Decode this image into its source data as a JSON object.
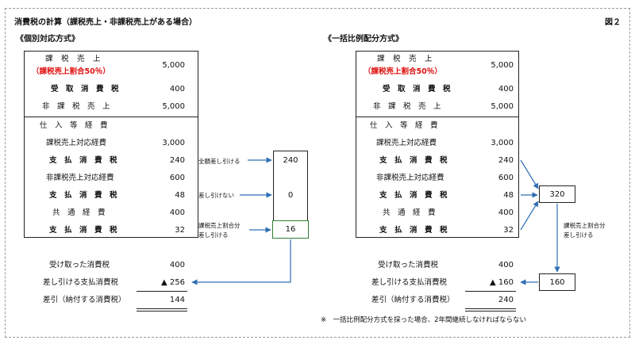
{
  "title": "消費税の計算（課税売上・非課税売上がある場合）",
  "figure_label": "図２",
  "left": {
    "method": "《個別対応方式》",
    "sales": [
      {
        "label": "課　税　売　上",
        "value": "5,000"
      },
      {
        "label": "（課税売上割合50％）",
        "value": ""
      },
      {
        "label": "受　取　消　費　税",
        "value": "400"
      },
      {
        "label": "非　課　税　売　上",
        "value": "5,000"
      }
    ],
    "costs_header": "仕　入　等　経　費",
    "costs": [
      {
        "label": "課税売上対応経費",
        "value": "3,000"
      },
      {
        "label": "支　払　消　費　税",
        "value": "240"
      },
      {
        "label": "非課税売上対応経費",
        "value": "600"
      },
      {
        "label": "支　払　消　費　税",
        "value": "48"
      },
      {
        "label": "共　通　経　費",
        "value": "400"
      },
      {
        "label": "支　払　消　費　税",
        "value": "32"
      }
    ],
    "notes": [
      "全額差し引ける",
      "差し引けない",
      "課税売上割合分",
      "差し引ける"
    ],
    "boxes": [
      "240",
      "0",
      "16"
    ],
    "summary": [
      {
        "label": "受け取った消費税",
        "value": "400"
      },
      {
        "label": "差し引ける支払消費税",
        "value": "▲ 256"
      },
      {
        "label": "差引（納付する消費税）",
        "value": "144"
      }
    ]
  },
  "right": {
    "method": "《一括比例配分方式》",
    "sales": [
      {
        "label": "課　税　売　上",
        "value": "5,000"
      },
      {
        "label": "（課税売上割合50％）",
        "value": ""
      },
      {
        "label": "受　取　消　費　税",
        "value": "400"
      },
      {
        "label": "非　課　税　売　上",
        "value": "5,000"
      }
    ],
    "costs_header": "仕　入　等　経　費",
    "costs": [
      {
        "label": "課税売上対応経費",
        "value": "3,000"
      },
      {
        "label": "支　払　消　費　税",
        "value": "240"
      },
      {
        "label": "非課税売上対応経費",
        "value": "600"
      },
      {
        "label": "支　払　消　費　税",
        "value": "48"
      },
      {
        "label": "共　通　経　費",
        "value": "400"
      },
      {
        "label": "支　払　消　費　税",
        "value": "32"
      }
    ],
    "notes": [
      "課税売上割合分",
      "差し引ける"
    ],
    "boxes": [
      "320",
      "160"
    ],
    "summary": [
      {
        "label": "受け取った消費税",
        "value": "400"
      },
      {
        "label": "差し引ける支払消費税",
        "value": "▲ 160"
      },
      {
        "label": "差引（納付する消費税）",
        "value": "240"
      }
    ]
  },
  "footnote": "※　一括比例配分方式を採った場合、2年間継続しなければならない",
  "colors": {
    "accent_red": "#e01010",
    "arrow_blue": "#2f6fb5",
    "box_green": "#2e7d32"
  }
}
